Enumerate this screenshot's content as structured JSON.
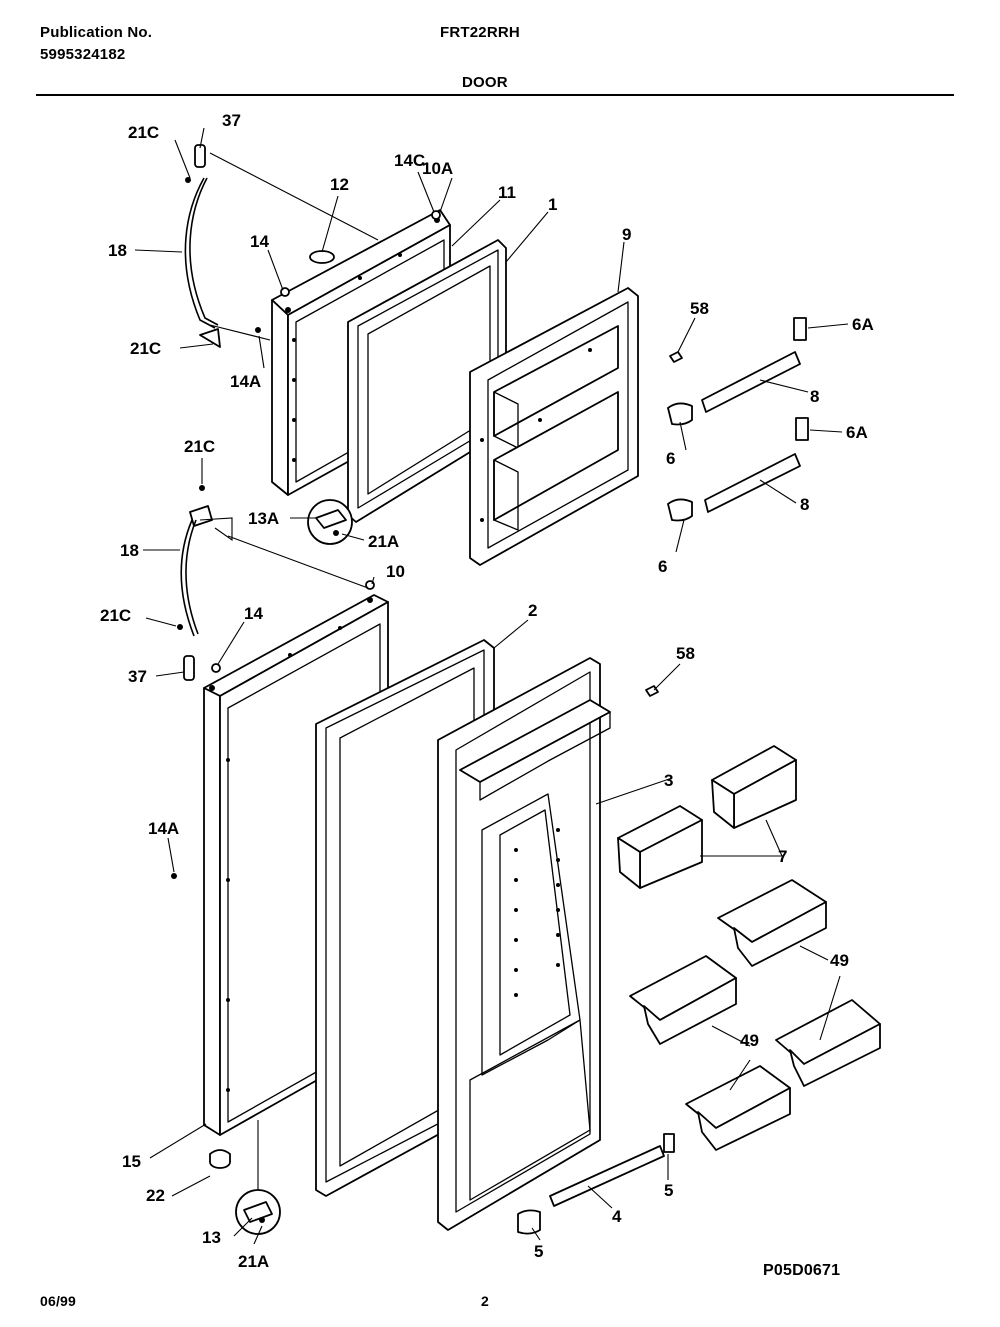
{
  "header": {
    "publication_label": "Publication No.",
    "publication_number": "5995324182",
    "model": "FRT22RRH",
    "section": "DOOR"
  },
  "footer": {
    "date": "06/99",
    "page": "2",
    "drawing_code": "P05D0671"
  },
  "callouts": {
    "c1": "1",
    "c2": "2",
    "c3": "3",
    "c4": "4",
    "c5a": "5",
    "c5b": "5",
    "c6a": "6",
    "c6b": "6",
    "c6Aa": "6A",
    "c6Ab": "6A",
    "c7": "7",
    "c8a": "8",
    "c8b": "8",
    "c9": "9",
    "c10": "10",
    "c10A": "10A",
    "c11": "11",
    "c12": "12",
    "c13": "13",
    "c13A": "13A",
    "c14a": "14",
    "c14b": "14",
    "c14Aa": "14A",
    "c14Ab": "14A",
    "c14C": "14C",
    "c15": "15",
    "c18a": "18",
    "c18b": "18",
    "c21Aa": "21A",
    "c21Ab": "21A",
    "c21Ca": "21C",
    "c21Cb": "21C",
    "c21Cc": "21C",
    "c21Cd": "21C",
    "c22": "22",
    "c37a": "37",
    "c37b": "37",
    "c49a": "49",
    "c49b": "49",
    "c58a": "58",
    "c58b": "58"
  }
}
